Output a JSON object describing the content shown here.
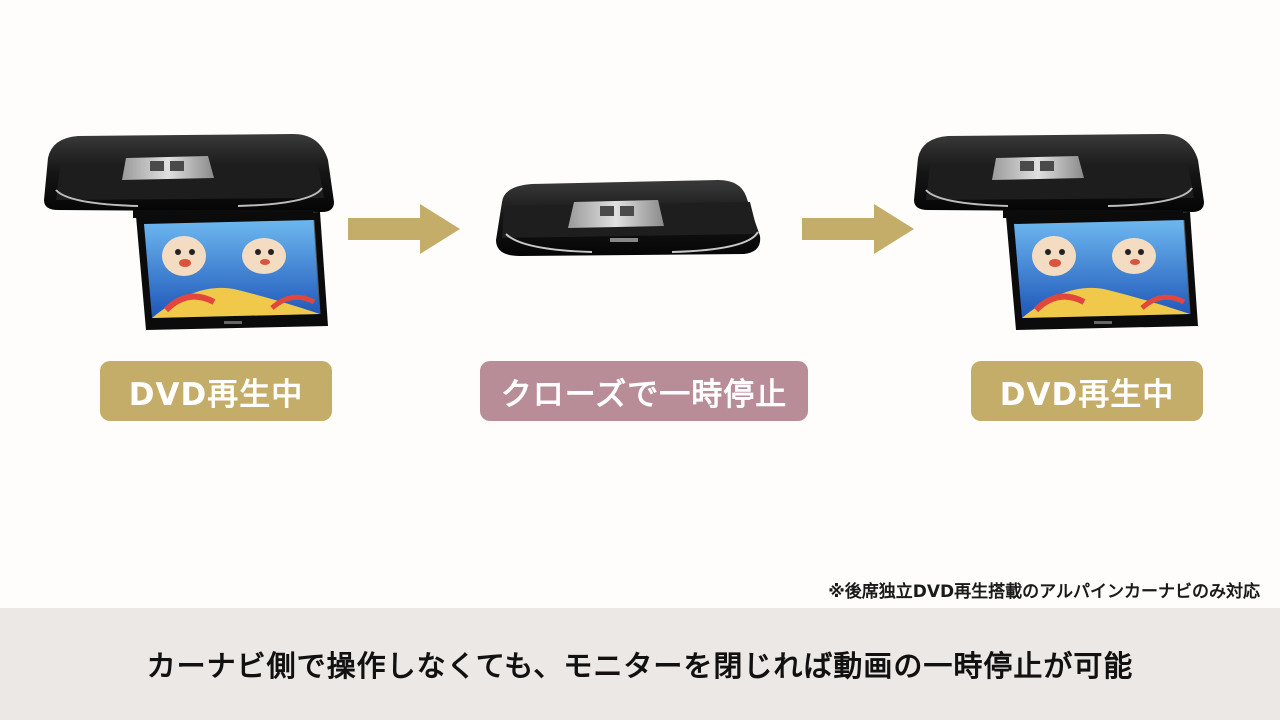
{
  "colors": {
    "gold": "#c4ac69",
    "mauve": "#b98d98",
    "footer_bg": "#ece8e6",
    "device_black": "#151515",
    "screen_blue": "#2f79d2"
  },
  "steps": [
    {
      "badge": "DVD再生中",
      "device": "overhead-monitor-open"
    },
    {
      "badge": "クローズで一時停止",
      "device": "overhead-monitor-closed"
    },
    {
      "badge": "DVD再生中",
      "device": "overhead-monitor-open"
    }
  ],
  "icons": [
    "arrow-right-icon",
    "arrow-right-icon"
  ],
  "note": "※後席独立DVD再生搭載のアルパインカーナビのみ対応",
  "footer": {
    "text": "カーナビ側で操作しなくても、モニターを閉じれば動画の一時停止が可能"
  }
}
